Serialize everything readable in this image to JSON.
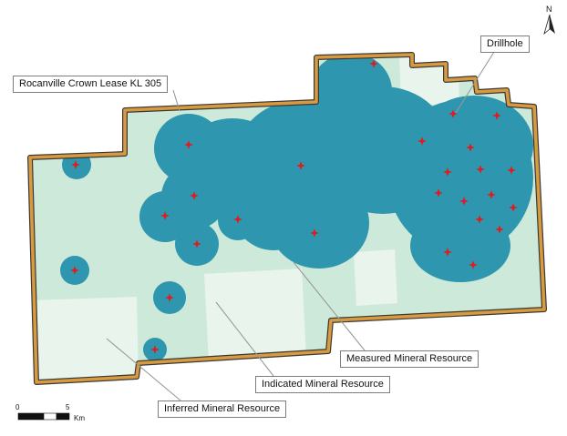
{
  "labels": {
    "lease": "Rocanville Crown Lease KL 305",
    "drillhole": "Drillhole",
    "measured": "Measured Mineral Resource",
    "indicated": "Indicated Mineral Resource",
    "inferred": "Inferred Mineral Resource"
  },
  "north_arrow": {
    "label": "N"
  },
  "scale_bar": {
    "start": "0",
    "end": "5",
    "unit": "Km"
  },
  "colors": {
    "measured": "#2e96ae",
    "indicated": "#cde9da",
    "inferred": "#e9f5ec",
    "boundary-band": "#d89a3e",
    "boundary-edge": "#383838",
    "drillhole": "#e3191c",
    "leader": "#999999"
  },
  "drillholes": [
    [
      410,
      70
    ],
    [
      497,
      125
    ],
    [
      545,
      127
    ],
    [
      463,
      155
    ],
    [
      516,
      162
    ],
    [
      207,
      159
    ],
    [
      330,
      182
    ],
    [
      83,
      181
    ],
    [
      491,
      189
    ],
    [
      527,
      186
    ],
    [
      561,
      187
    ],
    [
      213,
      215
    ],
    [
      481,
      212
    ],
    [
      509,
      221
    ],
    [
      539,
      214
    ],
    [
      563,
      228
    ],
    [
      181,
      237
    ],
    [
      261,
      241
    ],
    [
      526,
      241
    ],
    [
      548,
      252
    ],
    [
      216,
      268
    ],
    [
      345,
      256
    ],
    [
      491,
      277
    ],
    [
      519,
      291
    ],
    [
      82,
      297
    ],
    [
      186,
      327
    ],
    [
      170,
      384
    ]
  ]
}
